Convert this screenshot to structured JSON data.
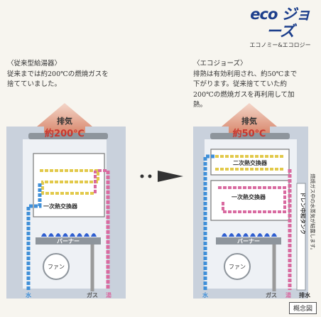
{
  "logo": {
    "mark": "eco ジョーズ",
    "subtitle": "エコノミー&エコロジー"
  },
  "left": {
    "heading": "〈従来型給湯器〉",
    "body": [
      "従来までは約200℃の燃焼ガスを",
      "捨てていました。"
    ],
    "exhaust_label": "排気",
    "exhaust_temp": "約200℃",
    "heat_exchanger": "一次熱交換器",
    "burner": "バーナー",
    "fan": "ファン",
    "pipe_water": "水",
    "pipe_gas": "ガス",
    "pipe_hot": "湯"
  },
  "right": {
    "heading": "〈エコジョーズ〉",
    "body": [
      "排熱は有効利用され、約50℃まで",
      "下がります。従来捨てていた約",
      "200℃の燃焼ガスを再利用して加",
      "熱。"
    ],
    "exhaust_label": "排気",
    "exhaust_temp": "約50℃",
    "secondary_exchanger": "二次熱交換器",
    "heat_exchanger": "一次熱交換器",
    "burner": "バーナー",
    "fan": "ファン",
    "drain_tank": "ドレン中和タンク",
    "condensate_note": "燃焼ガス中の水蒸気が結露します。",
    "pipe_water": "水",
    "pipe_gas": "ガス",
    "pipe_hot": "湯",
    "pipe_drain": "排水"
  },
  "footnote": "概念図",
  "colors": {
    "cold": "#3f8fd8",
    "hot": "#d96aa0",
    "yellow": "#e2c94a",
    "gas": "#9a9a9a",
    "flame": "#2f5fd0",
    "exhaust": "#c8382f"
  }
}
